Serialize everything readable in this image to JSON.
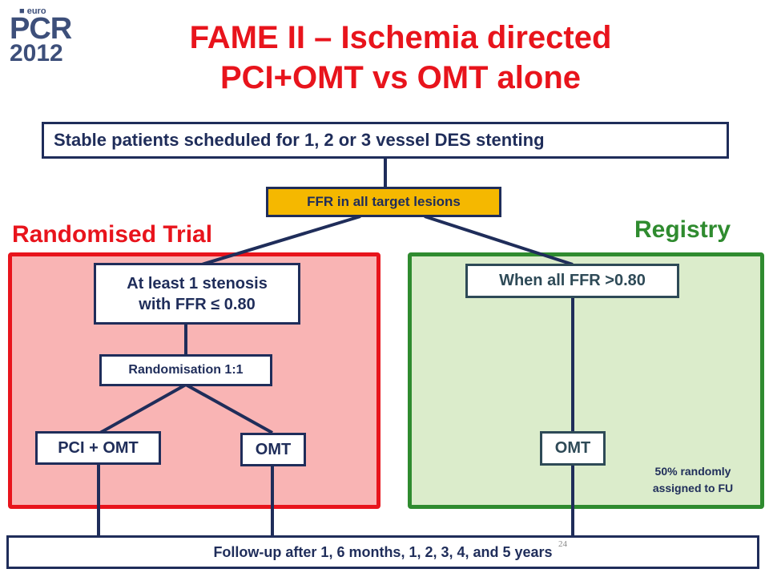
{
  "logo": {
    "euro": "■ euro",
    "pcr": "PCR",
    "year": "2012"
  },
  "title": {
    "line1": "FAME II – Ischemia directed",
    "line2": "PCI+OMT vs OMT alone"
  },
  "top_box": "Stable patients scheduled for 1, 2 or 3 vessel DES stenting",
  "ffr_box": "FFR in all target lesions",
  "randomised": {
    "label": "Randomised Trial",
    "stenosis_line1": "At least 1 stenosis",
    "stenosis_line2": "with FFR ≤ 0.80",
    "randomisation": "Randomisation 1:1",
    "pci": "PCI + OMT",
    "omt": "OMT"
  },
  "registry": {
    "label": "Registry",
    "condition": "When all FFR >0.80",
    "omt": "OMT",
    "note_line1": "50% randomly",
    "note_line2": "assigned to FU"
  },
  "followup": "Follow-up  after 1, 6 months, 1, 2, 3, 4, and 5 years",
  "page_number": "24",
  "colors": {
    "red": "#e8141c",
    "green": "#2f8b2f",
    "navy": "#1f2d5a",
    "amber": "#f5b800"
  }
}
